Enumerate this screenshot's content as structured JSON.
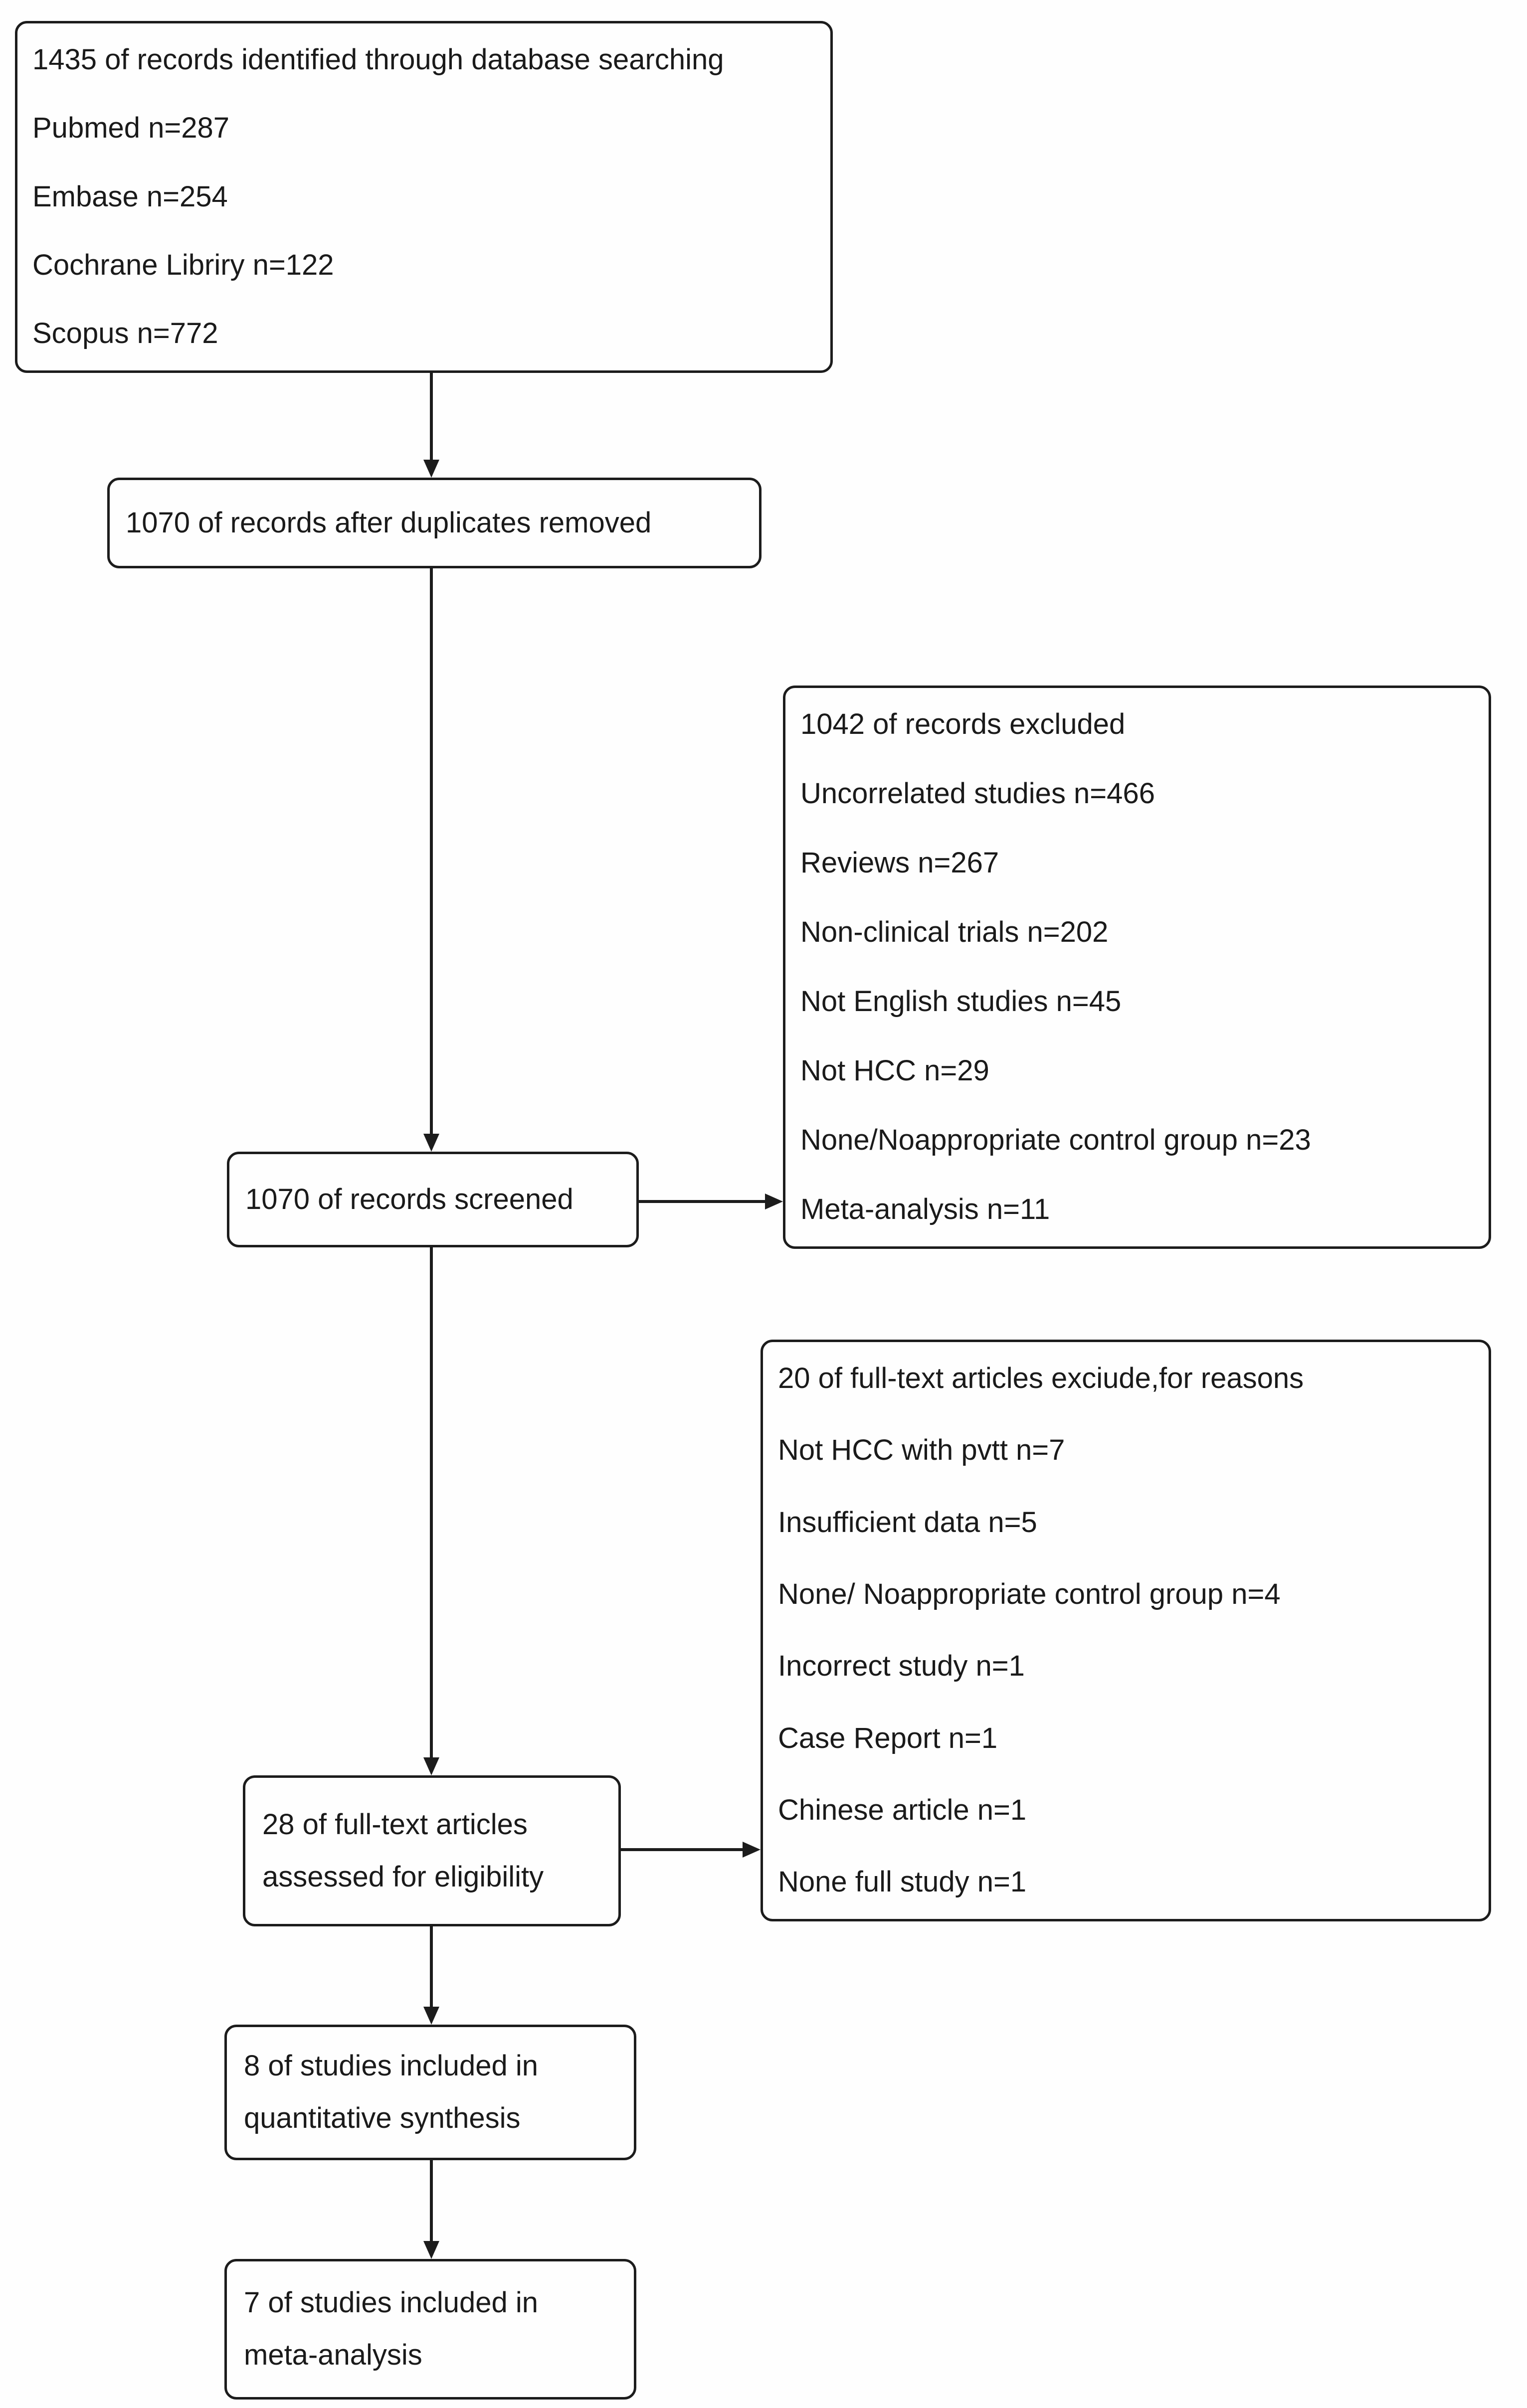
{
  "page": {
    "background": "#ffffff",
    "line_color": "#1c1c1c",
    "text_color": "#1a1a1a"
  },
  "boxes": {
    "identification": {
      "lines": [
        "1435 of records identified through database searching",
        "Pubmed n=287",
        "Embase n=254",
        "Cochrane Libriry n=122",
        "Scopus n=772"
      ]
    },
    "duplicates_removed": {
      "lines": [
        "1070 of records after duplicates removed"
      ]
    },
    "records_excluded": {
      "lines": [
        "1042 of records excluded",
        "Uncorrelated studies n=466",
        "Reviews n=267",
        "Non-clinical trials n=202",
        "Not English studies n=45",
        "Not HCC n=29",
        "None/Noappropriate control group n=23",
        "Meta-analysis n=11"
      ]
    },
    "records_screened": {
      "lines": [
        "1070 of records screened"
      ]
    },
    "fulltext_excluded": {
      "lines": [
        "20 of full-text articles exciude,for reasons",
        "Not HCC with pvtt n=7",
        "Insufficient data n=5",
        "None/ Noappropriate control group n=4",
        "Incorrect study n=1",
        "Case Report n=1",
        "Chinese article n=1",
        "None full study n=1"
      ]
    },
    "fulltext_assessed": {
      "lines": [
        "28 of full-text articles",
        "assessed for eligibility"
      ]
    },
    "quantitative_synthesis": {
      "lines": [
        "8 of studies included in",
        "quantitative synthesis"
      ]
    },
    "meta_analysis": {
      "lines": [
        "7 of studies included in",
        "meta-analysis"
      ]
    }
  }
}
